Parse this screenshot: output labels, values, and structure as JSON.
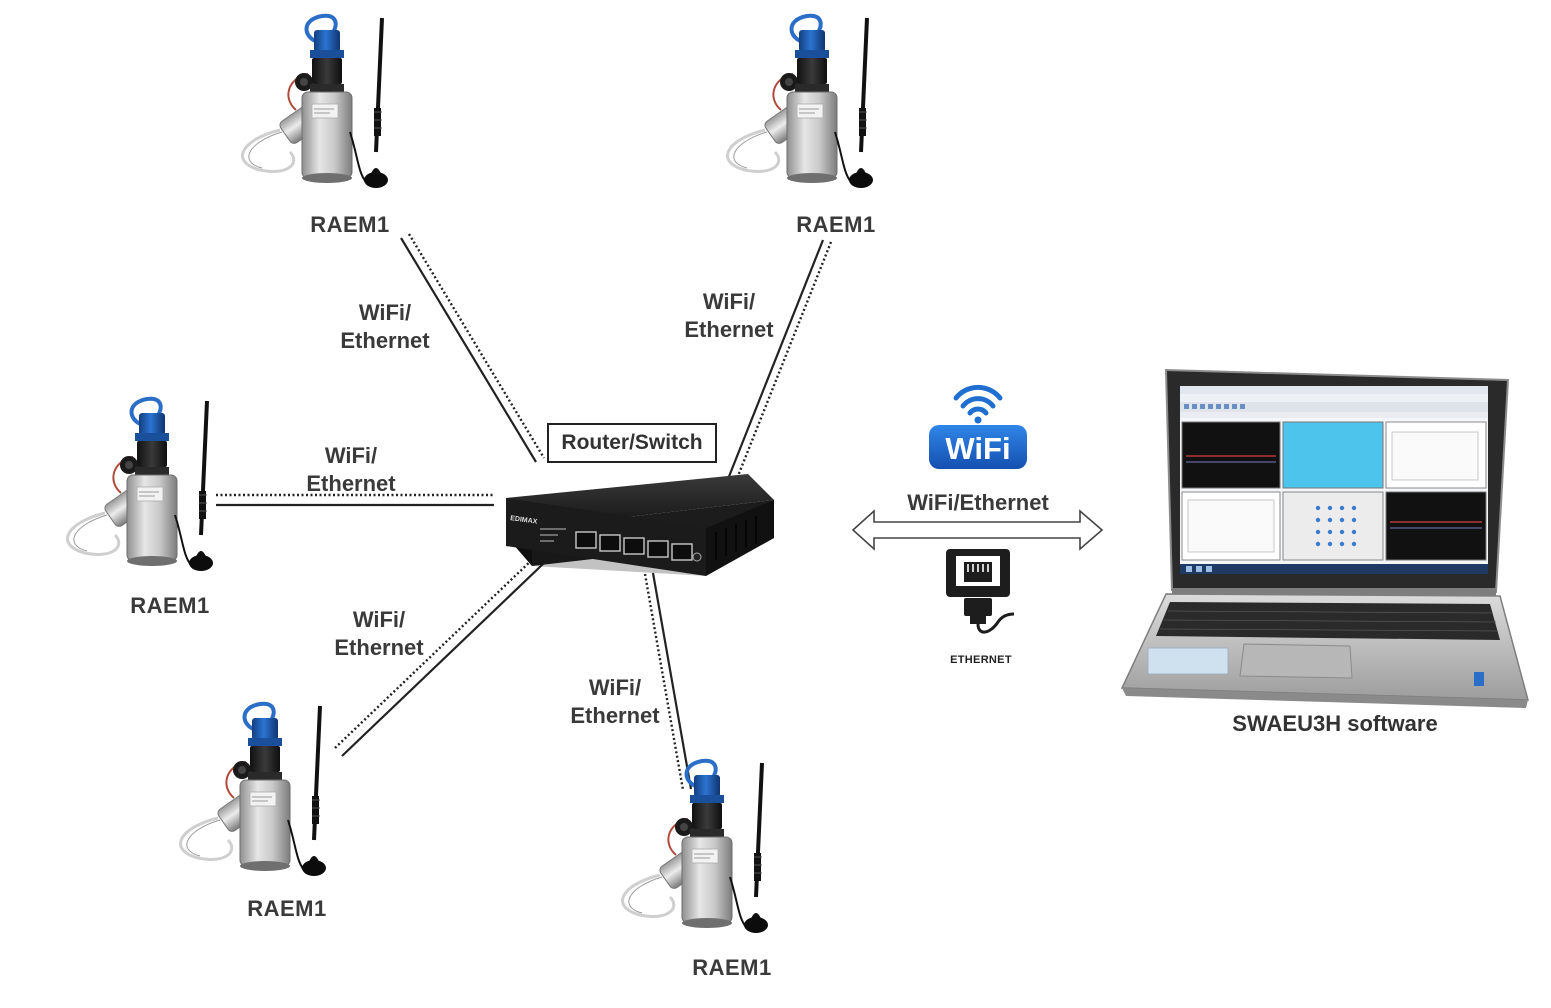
{
  "diagram": {
    "nodes": [
      {
        "id": "sensor-top-left",
        "label": "RAEM1"
      },
      {
        "id": "sensor-top-right",
        "label": "RAEM1"
      },
      {
        "id": "sensor-mid-left",
        "label": "RAEM1"
      },
      {
        "id": "sensor-bottom-left",
        "label": "RAEM1"
      },
      {
        "id": "sensor-bottom-center",
        "label": "RAEM1"
      }
    ],
    "hub_label": "Router/Switch",
    "link_labels": {
      "top_left": [
        "WiFi/",
        "Ethernet"
      ],
      "top_right": [
        "WiFi/",
        "Ethernet"
      ],
      "mid_left": [
        "WiFi/",
        "Ethernet"
      ],
      "bottom_left": [
        "WiFi/",
        "Ethernet"
      ],
      "bottom_center": [
        "WiFi/",
        "Ethernet"
      ]
    },
    "uplink_label": "WiFi/Ethernet",
    "wifi_logo_text": "WiFi",
    "ethernet_caption": "ETHERNET",
    "software_caption": "SWAEU3H software",
    "switch_brand": "EDIMAX"
  },
  "colors": {
    "text": "#3a3a3a",
    "wifi_blue": "#1e6fd0",
    "sensor_blue": "#1f5fb5",
    "screen_cyan": "#4cc4ec"
  }
}
